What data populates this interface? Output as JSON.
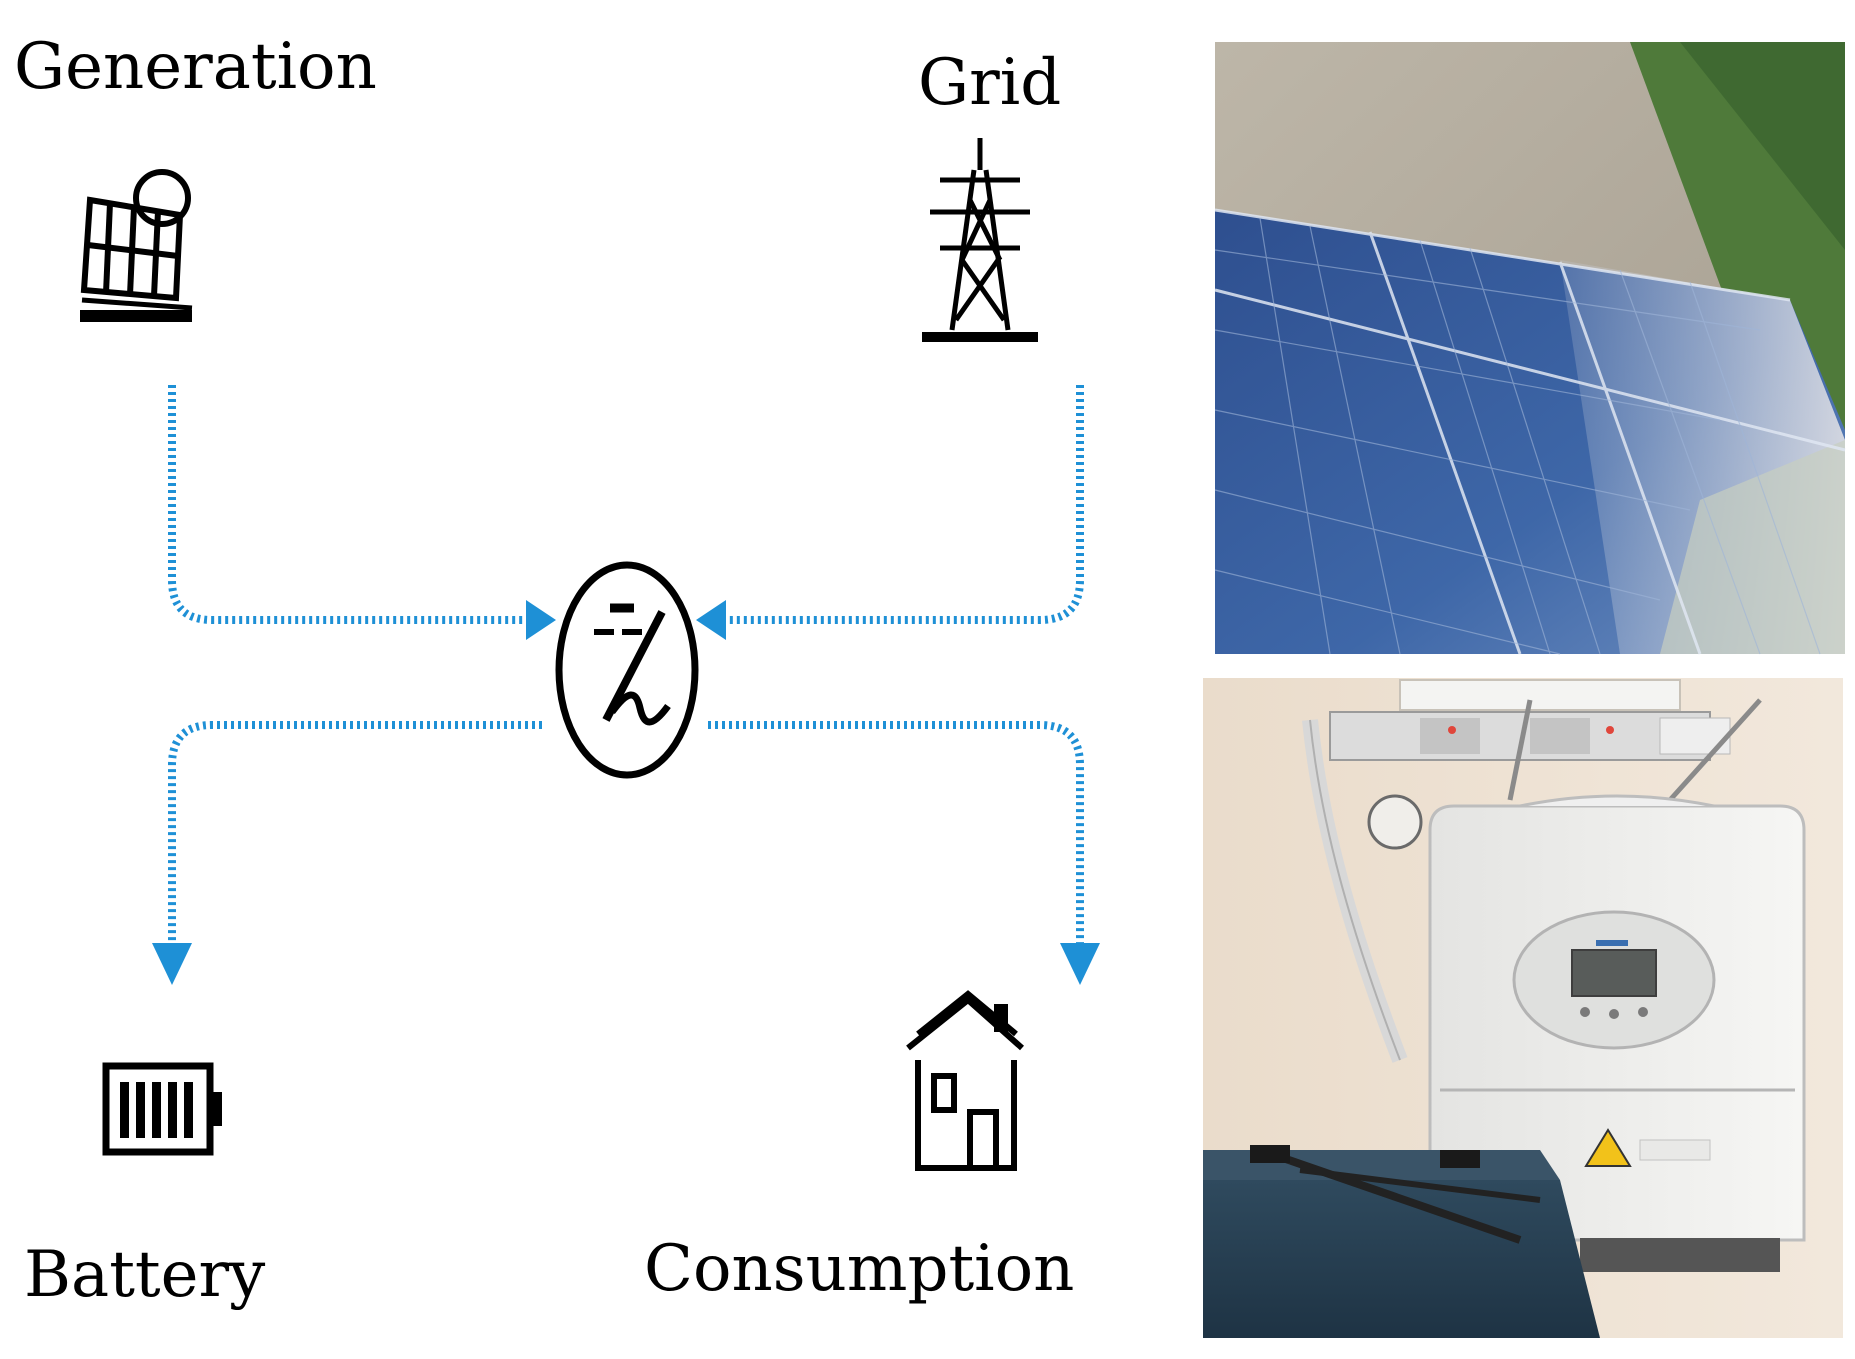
{
  "diagram": {
    "nodes": {
      "generation": {
        "label": "Generation",
        "icon": "solar-panel-icon"
      },
      "grid": {
        "label": "Grid",
        "icon": "transmission-tower-icon"
      },
      "inverter": {
        "icon": "inverter-dc-ac-icon"
      },
      "battery": {
        "label": "Battery",
        "icon": "battery-icon"
      },
      "consumption": {
        "label": "Consumption",
        "icon": "house-icon"
      }
    },
    "flows": [
      {
        "from": "generation",
        "to": "inverter"
      },
      {
        "from": "grid",
        "to": "inverter"
      },
      {
        "from": "inverter",
        "to": "battery"
      },
      {
        "from": "inverter",
        "to": "consumption"
      }
    ],
    "colors": {
      "flow": "#1e90d6",
      "icon": "#000000",
      "text": "#000000"
    }
  },
  "photos": [
    {
      "subject": "solar-panels-photo"
    },
    {
      "subject": "inverter-and-battery-photo"
    }
  ]
}
